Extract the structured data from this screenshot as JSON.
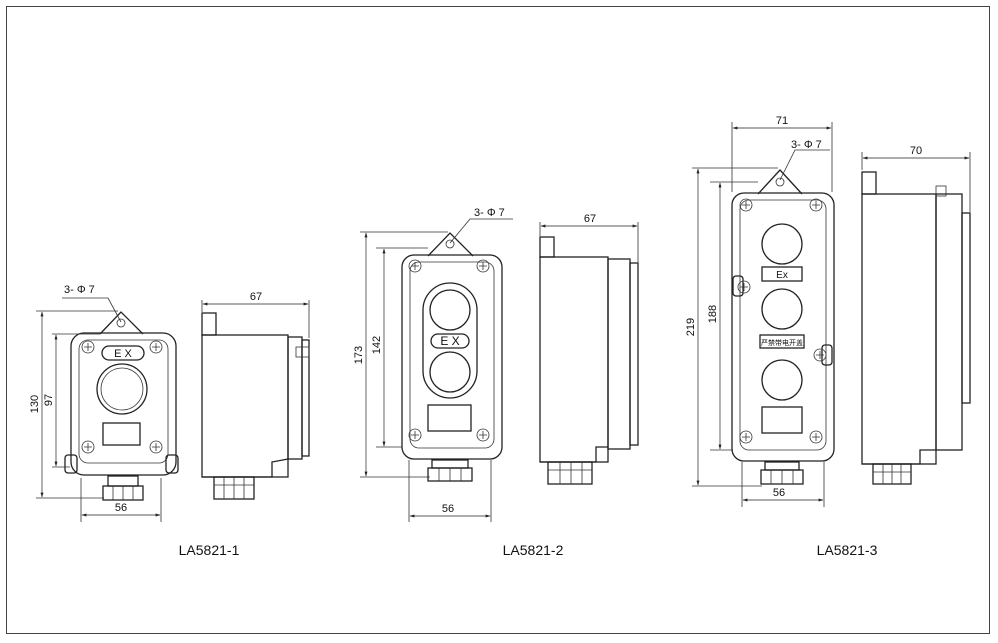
{
  "models": [
    {
      "name": "LA5821-1",
      "hole_label": "3- Φ 7",
      "ex_label": "E X",
      "dim_width": "56",
      "dim_depth": "67",
      "dim_total_height": "130",
      "dim_inner_height": "97"
    },
    {
      "name": "LA5821-2",
      "hole_label": "3- Φ 7",
      "ex_label": "E X",
      "dim_width": "56",
      "dim_depth": "67",
      "dim_total_height": "173",
      "dim_inner_height": "142"
    },
    {
      "name": "LA5821-3",
      "hole_label": "3- Φ 7",
      "ex_label": "Ex",
      "warning_label": "严禁带电开盖",
      "dim_width": "56",
      "dim_top_width": "71",
      "dim_depth": "70",
      "dim_total_height": "219",
      "dim_inner_height": "188"
    }
  ]
}
